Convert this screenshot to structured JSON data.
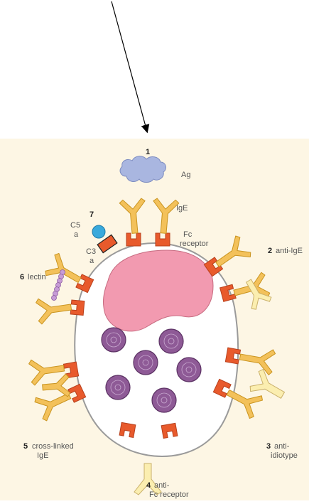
{
  "labels": {
    "n1": "1",
    "ag": "Ag",
    "ige": "IgE",
    "fc_receptor_line1": "Fc",
    "fc_receptor_line2": "receptor",
    "n2": "2",
    "anti_ige": "anti-IgE",
    "n3": "3",
    "anti_idiotype_line1": "anti-",
    "anti_idiotype_line2": "idiotype",
    "n4": "4",
    "anti_fc_line1": "anti-",
    "anti_fc_line2": "Fc receptor",
    "n5": "5",
    "cross_linked_line1": "cross-linked",
    "cross_linked_line2": "IgE",
    "n6": "6",
    "lectin": "lectin",
    "n7": "7",
    "c5_line1": "C5",
    "c5_line2": "a",
    "c3_line1": "C3",
    "c3_line2": "a"
  },
  "colors": {
    "background_panel": "#fdf6e4",
    "cell_body": "#ffffff",
    "cell_outline": "#9a9a9a",
    "nucleus": "#f29ab0",
    "granule": "#8e5a96",
    "receptor": "#e85a2c",
    "ige": "#f3c15a",
    "ige_outline": "#c99420",
    "anti_antibody": "#fbeeb0",
    "antigen": "#a9b6e0",
    "c5a": "#39a9dc",
    "c3a": "#e85a2c",
    "lectin": "#c79cd6"
  }
}
